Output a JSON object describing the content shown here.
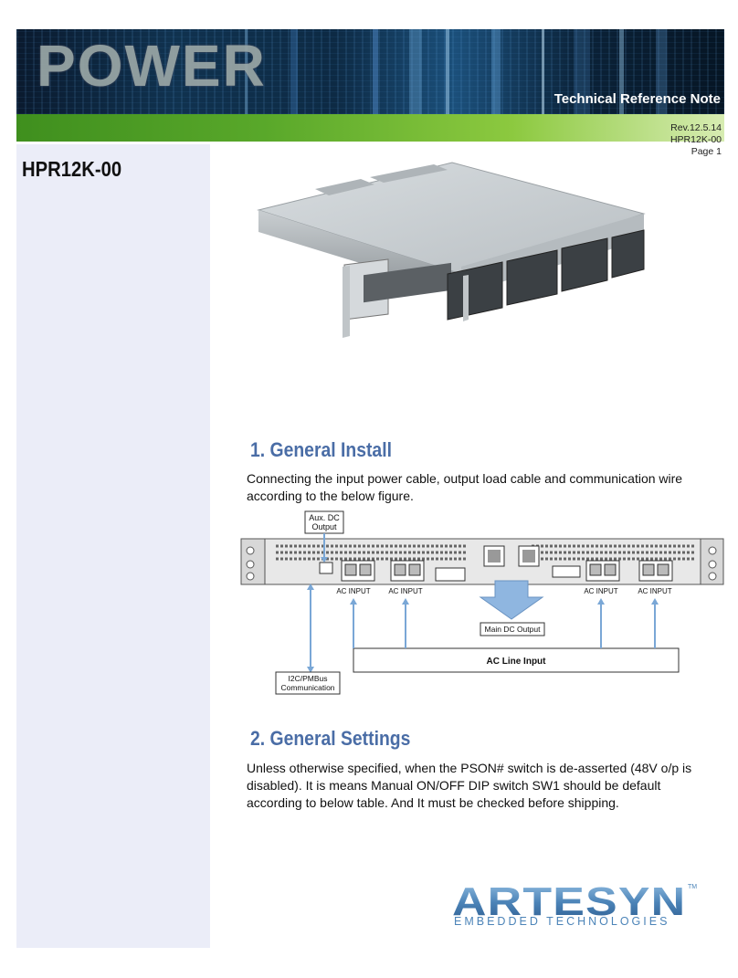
{
  "header": {
    "banner_word": "POWER",
    "subtitle": "Technical Reference Note"
  },
  "revision": {
    "rev": "Rev.12.5.14",
    "model_code": "HPR12K-00",
    "page": "Page 1"
  },
  "sidebar": {
    "model": "HPR12K-00"
  },
  "section1": {
    "heading": "1. General Install",
    "body": "Connecting the input power cable, output load cable and communication wire according to the below figure."
  },
  "diagram": {
    "aux_dc_output_line1": "Aux. DC",
    "aux_dc_output_line2": "Output",
    "ac_input_label": "AC INPUT",
    "main_dc_output": "Main DC Output",
    "ac_line_input": "AC Line Input",
    "comm_line1": "I2C/PMBus",
    "comm_line2": "Communication"
  },
  "section2": {
    "heading": "2. General Settings",
    "body": "Unless otherwise specified, when the PSON# switch is de-asserted (48V o/p is disabled). It is means Manual ON/OFF DIP switch SW1 should be default according to below table. And It must be checked before shipping."
  },
  "footer": {
    "logo_word": "ARTESYN",
    "logo_tm": "TM",
    "logo_sub": "EMBEDDED TECHNOLOGIES"
  },
  "colors": {
    "heading_blue": "#4a6da6",
    "sidebar_bg": "#ebedf8",
    "green_bar": "#59a82a",
    "logo_blue": "#4c84b8"
  }
}
